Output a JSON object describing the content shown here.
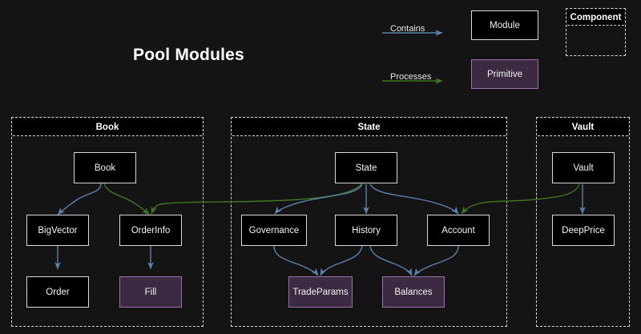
{
  "diagram": {
    "title": "Pool Modules",
    "background_color": "#141414",
    "colors": {
      "module_fill": "#000000",
      "module_border": "#d9d9d9",
      "primitive_fill": "#3b2a41",
      "primitive_border": "#9b70ab",
      "contains_edge": "#5b81ab",
      "processes_edge": "#3f7520",
      "cluster_border": "#d6d6d6",
      "text": "#f2f2f2"
    }
  },
  "legend": {
    "contains_label": "Contains",
    "processes_label": "Processes",
    "module_label": "Module",
    "primitive_label": "Primitive",
    "component_label": "Component"
  },
  "clusters": [
    {
      "id": "book",
      "label": "Book"
    },
    {
      "id": "state",
      "label": "State"
    },
    {
      "id": "vault",
      "label": "Vault"
    }
  ],
  "nodes": [
    {
      "id": "book",
      "label": "Book",
      "type": "module",
      "cluster": "book"
    },
    {
      "id": "bigvector",
      "label": "BigVector",
      "type": "module",
      "cluster": "book"
    },
    {
      "id": "orderinfo",
      "label": "OrderInfo",
      "type": "module",
      "cluster": "book"
    },
    {
      "id": "order",
      "label": "Order",
      "type": "module",
      "cluster": "book"
    },
    {
      "id": "fill",
      "label": "Fill",
      "type": "primitive",
      "cluster": "book"
    },
    {
      "id": "state",
      "label": "State",
      "type": "module",
      "cluster": "state"
    },
    {
      "id": "governance",
      "label": "Governance",
      "type": "module",
      "cluster": "state"
    },
    {
      "id": "history",
      "label": "History",
      "type": "module",
      "cluster": "state"
    },
    {
      "id": "account",
      "label": "Account",
      "type": "module",
      "cluster": "state"
    },
    {
      "id": "tradeparams",
      "label": "TradeParams",
      "type": "primitive",
      "cluster": "state"
    },
    {
      "id": "balances",
      "label": "Balances",
      "type": "primitive",
      "cluster": "state"
    },
    {
      "id": "vault",
      "label": "Vault",
      "type": "module",
      "cluster": "vault"
    },
    {
      "id": "deepprice",
      "label": "DeepPrice",
      "type": "module",
      "cluster": "vault"
    }
  ],
  "edges": [
    {
      "from": "book",
      "to": "bigvector",
      "kind": "Contains"
    },
    {
      "from": "bigvector",
      "to": "order",
      "kind": "Contains"
    },
    {
      "from": "orderinfo",
      "to": "fill",
      "kind": "Contains"
    },
    {
      "from": "state",
      "to": "governance",
      "kind": "Contains"
    },
    {
      "from": "state",
      "to": "history",
      "kind": "Contains"
    },
    {
      "from": "state",
      "to": "account",
      "kind": "Contains"
    },
    {
      "from": "governance",
      "to": "tradeparams",
      "kind": "Contains"
    },
    {
      "from": "history",
      "to": "tradeparams",
      "kind": "Contains"
    },
    {
      "from": "history",
      "to": "balances",
      "kind": "Contains"
    },
    {
      "from": "account",
      "to": "balances",
      "kind": "Contains"
    },
    {
      "from": "vault",
      "to": "deepprice",
      "kind": "Contains"
    },
    {
      "from": "book",
      "to": "orderinfo",
      "kind": "Processes"
    },
    {
      "from": "state",
      "to": "orderinfo",
      "kind": "Processes"
    },
    {
      "from": "vault",
      "to": "account",
      "kind": "Processes"
    }
  ]
}
